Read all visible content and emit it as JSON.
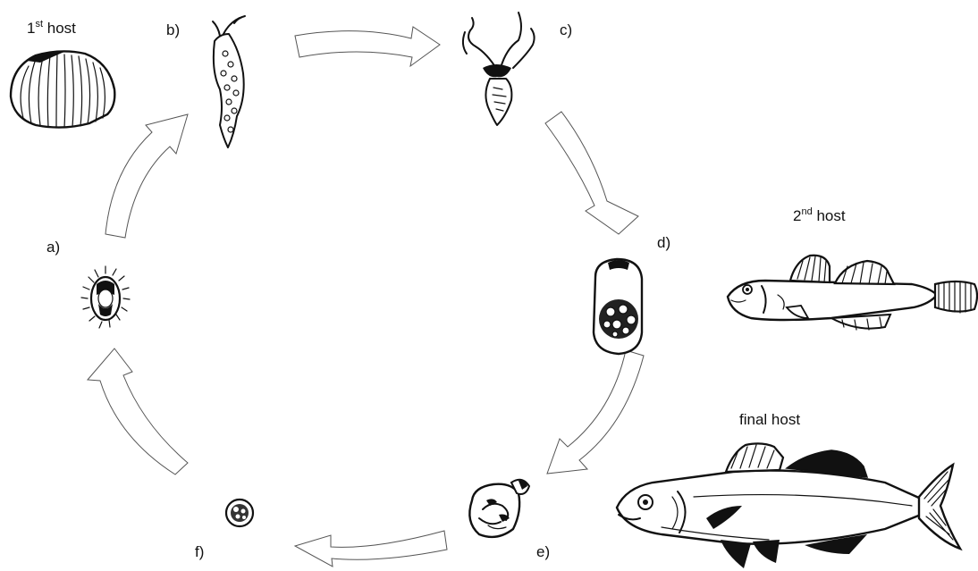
{
  "hosts": {
    "first": {
      "ordinal": "1",
      "suffix": "st",
      "word": "host"
    },
    "second": {
      "ordinal": "2",
      "suffix": "nd",
      "word": "host"
    },
    "final": "final host"
  },
  "stages": {
    "a": "a)",
    "b": "b)",
    "c": "c)",
    "d": "d)",
    "e": "e)",
    "f": "f)"
  }
}
